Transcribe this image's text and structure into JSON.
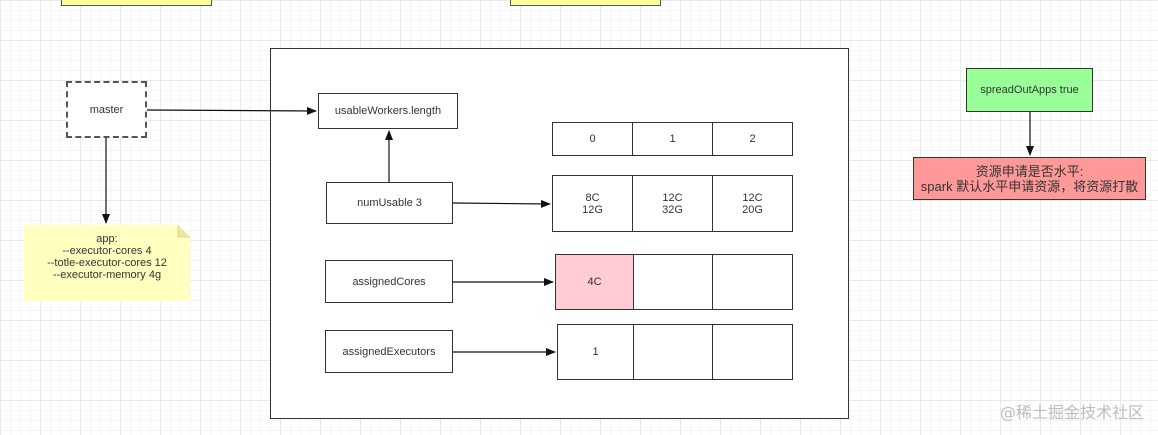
{
  "master": {
    "label": "master"
  },
  "app_note": {
    "lines": [
      "app:",
      "--executor-cores  4",
      "--totle-executor-cores 12",
      "--executor-memory  4g"
    ]
  },
  "main": {
    "usable_workers_label": "usableWorkers.length",
    "num_usable_label": "numUsable  3",
    "assigned_cores_label": "assignedCores",
    "assigned_executors_label": "assignedExecutors",
    "indices": [
      "0",
      "1",
      "2"
    ],
    "workers": [
      {
        "cores": "8C",
        "mem": "12G"
      },
      {
        "cores": "12C",
        "mem": "32G"
      },
      {
        "cores": "12C",
        "mem": "20G"
      }
    ],
    "assigned_cores": [
      "4C",
      "",
      ""
    ],
    "assigned_executors": [
      "1",
      "",
      ""
    ]
  },
  "spread": {
    "label": "spreadOutApps  true",
    "desc_line1": "资源申请是否水平:",
    "desc_line2": "spark 默认水平申请资源，将资源打散"
  },
  "watermark": "@稀土掘金技术社区",
  "colors": {
    "note_yellow": "#ffffc0",
    "spread_green": "#99ff99",
    "desc_red": "#ff9999",
    "assigned_pink": "#ffccd5"
  }
}
